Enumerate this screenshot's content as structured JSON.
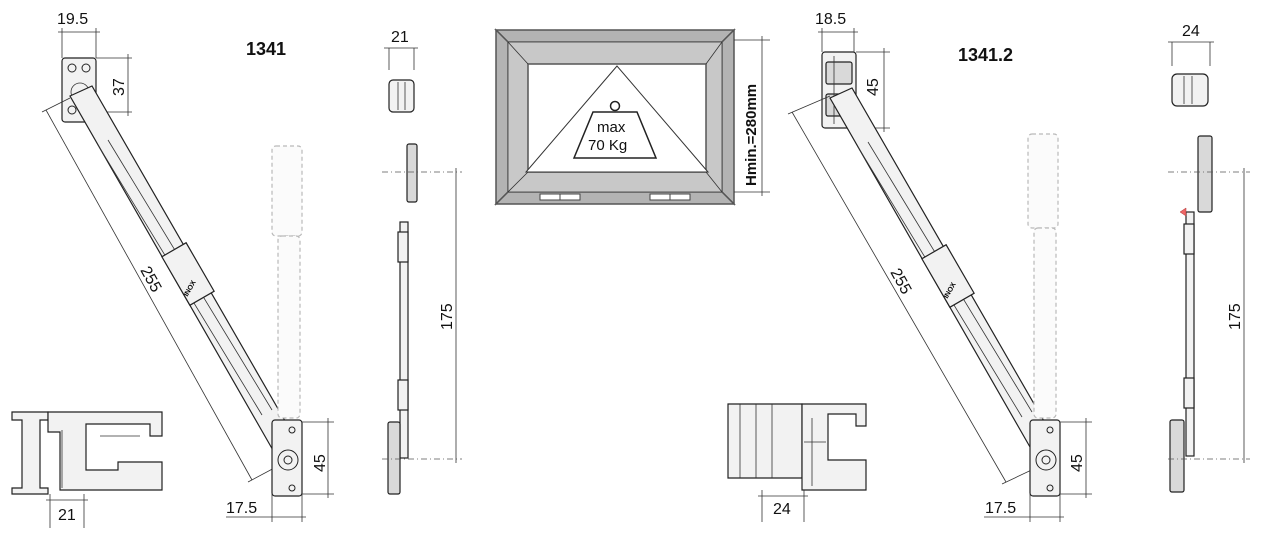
{
  "titles": {
    "left": "1341",
    "right": "1341.2"
  },
  "left_stay": {
    "top_width": "19.5",
    "top_height": "37",
    "arm_length": "255",
    "bottom_height": "45",
    "bottom_offset": "17.5",
    "side_width": "21",
    "side_travel": "175",
    "profile_width": "21",
    "logo_text": "INOX"
  },
  "right_stay": {
    "top_width": "18.5",
    "top_height": "45",
    "arm_length": "255",
    "bottom_height": "45",
    "bottom_offset": "17.5",
    "side_width": "24",
    "side_travel": "175",
    "profile_width": "24",
    "logo_text": "INOX"
  },
  "window": {
    "load_line1": "max",
    "load_line2": "70 Kg",
    "height_label": "Hmin.=280mm"
  },
  "colors": {
    "line": "#222222",
    "frame": "#b3b3b3",
    "ghost": "#b9b9b9"
  }
}
